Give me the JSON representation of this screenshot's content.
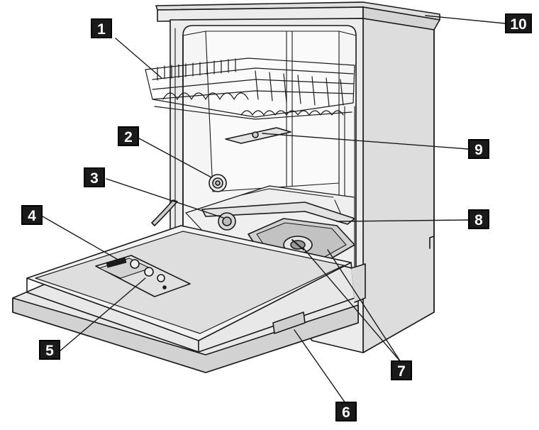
{
  "diagram": {
    "callouts": [
      {
        "id": "c1",
        "label": "1"
      },
      {
        "id": "c2",
        "label": "2"
      },
      {
        "id": "c3",
        "label": "3"
      },
      {
        "id": "c4",
        "label": "4"
      },
      {
        "id": "c5",
        "label": "5"
      },
      {
        "id": "c6",
        "label": "6"
      },
      {
        "id": "c7",
        "label": "7"
      },
      {
        "id": "c8",
        "label": "8"
      },
      {
        "id": "c9",
        "label": "9"
      },
      {
        "id": "c10",
        "label": "10"
      }
    ]
  },
  "colors": {
    "line": "#1a1a1a",
    "cabinet": "#e6e6e6",
    "cabinet_dark": "#cfcfcf",
    "interior": "#f4f4f4",
    "door_panel": "#d9d9d9",
    "callout_bg": "#1a1a1a"
  }
}
